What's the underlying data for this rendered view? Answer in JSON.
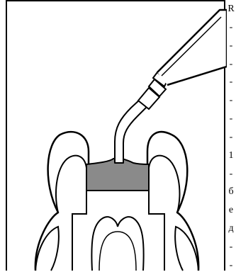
{
  "figure": {
    "material_fill_color": "#8a8a8a",
    "line_color": "#000000"
  },
  "side_text": {
    "letters": [
      "R",
      "-",
      "-",
      "-",
      "-",
      "-",
      "-",
      "-",
      "1",
      "-",
      "б",
      "е",
      "д",
      "-",
      "-"
    ]
  }
}
